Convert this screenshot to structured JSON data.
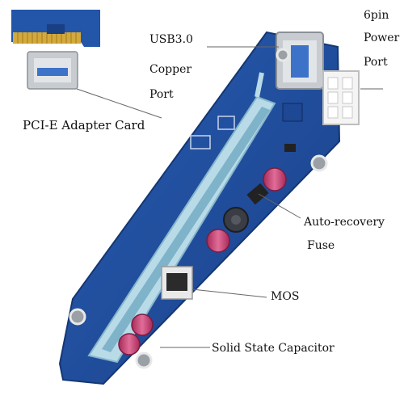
{
  "image": {
    "subject": "PCI-E riser extender board photo with callout labels",
    "colors": {
      "board": "#1f4fa0",
      "board_dark": "#173b7c",
      "slot": "#b9dbe8",
      "metal": "#c8ccd1",
      "gold": "#d4a93c",
      "capacitor": "#c23a6a",
      "leader_line": "#666666"
    }
  },
  "labels": {
    "usb_line1": "USB3.0",
    "usb_line2": "Copper",
    "usb_line3": "Port",
    "power_line1": "6pin",
    "power_line2": "Power",
    "power_line3": "Port",
    "adapter": "PCI-E Adapter Card",
    "fuse_line1": "Auto-recovery",
    "fuse_line2": "Fuse",
    "mos": "MOS",
    "capacitor": "Solid State Capacitor"
  }
}
